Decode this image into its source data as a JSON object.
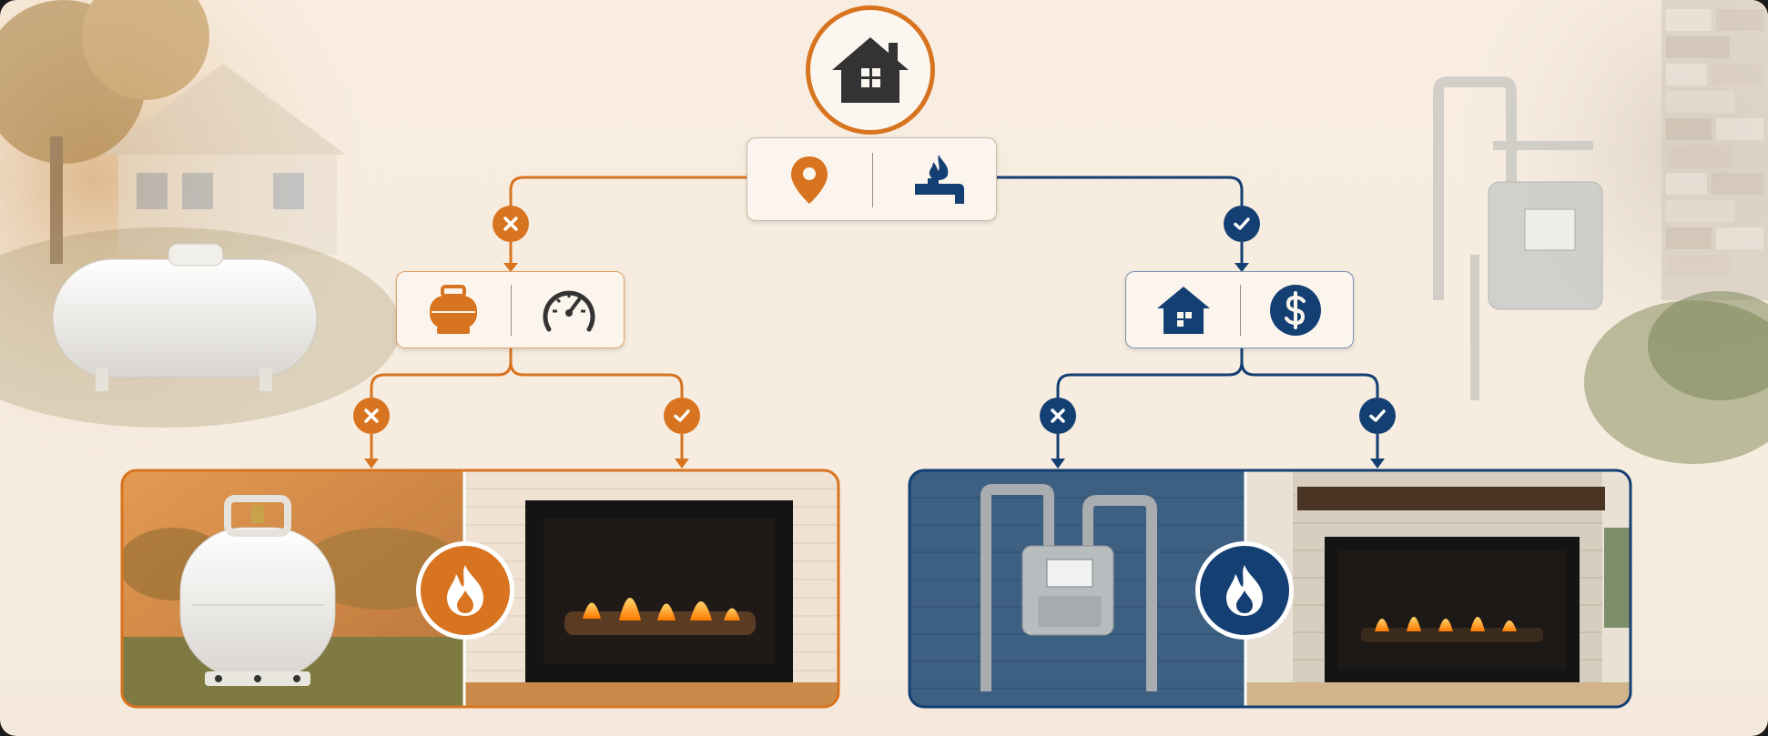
{
  "colors": {
    "propane": "#d8731f",
    "natural_gas": "#143f73",
    "icon_dark": "#333333",
    "background": "#f7ece0"
  },
  "root": {
    "icon": "house-icon"
  },
  "question": {
    "icons": [
      "location-pin-icon",
      "gas-line-icon"
    ]
  },
  "propane_branch": {
    "decision_icon": "cross-icon",
    "question_icons": [
      "propane-tank-icon",
      "pressure-gauge-icon"
    ],
    "outcomes": [
      {
        "decision_icon": "cross-icon",
        "scene": "propane-tank-scene"
      },
      {
        "decision_icon": "check-icon",
        "scene": "propane-fireplace-scene"
      }
    ],
    "flame_icon": "flame-icon"
  },
  "gas_branch": {
    "decision_icon": "check-icon",
    "question_icons": [
      "house-icon",
      "dollar-icon"
    ],
    "outcomes": [
      {
        "decision_icon": "cross-icon",
        "scene": "gas-meter-scene"
      },
      {
        "decision_icon": "check-icon",
        "scene": "gas-fireplace-scene"
      }
    ],
    "flame_icon": "flame-icon"
  }
}
